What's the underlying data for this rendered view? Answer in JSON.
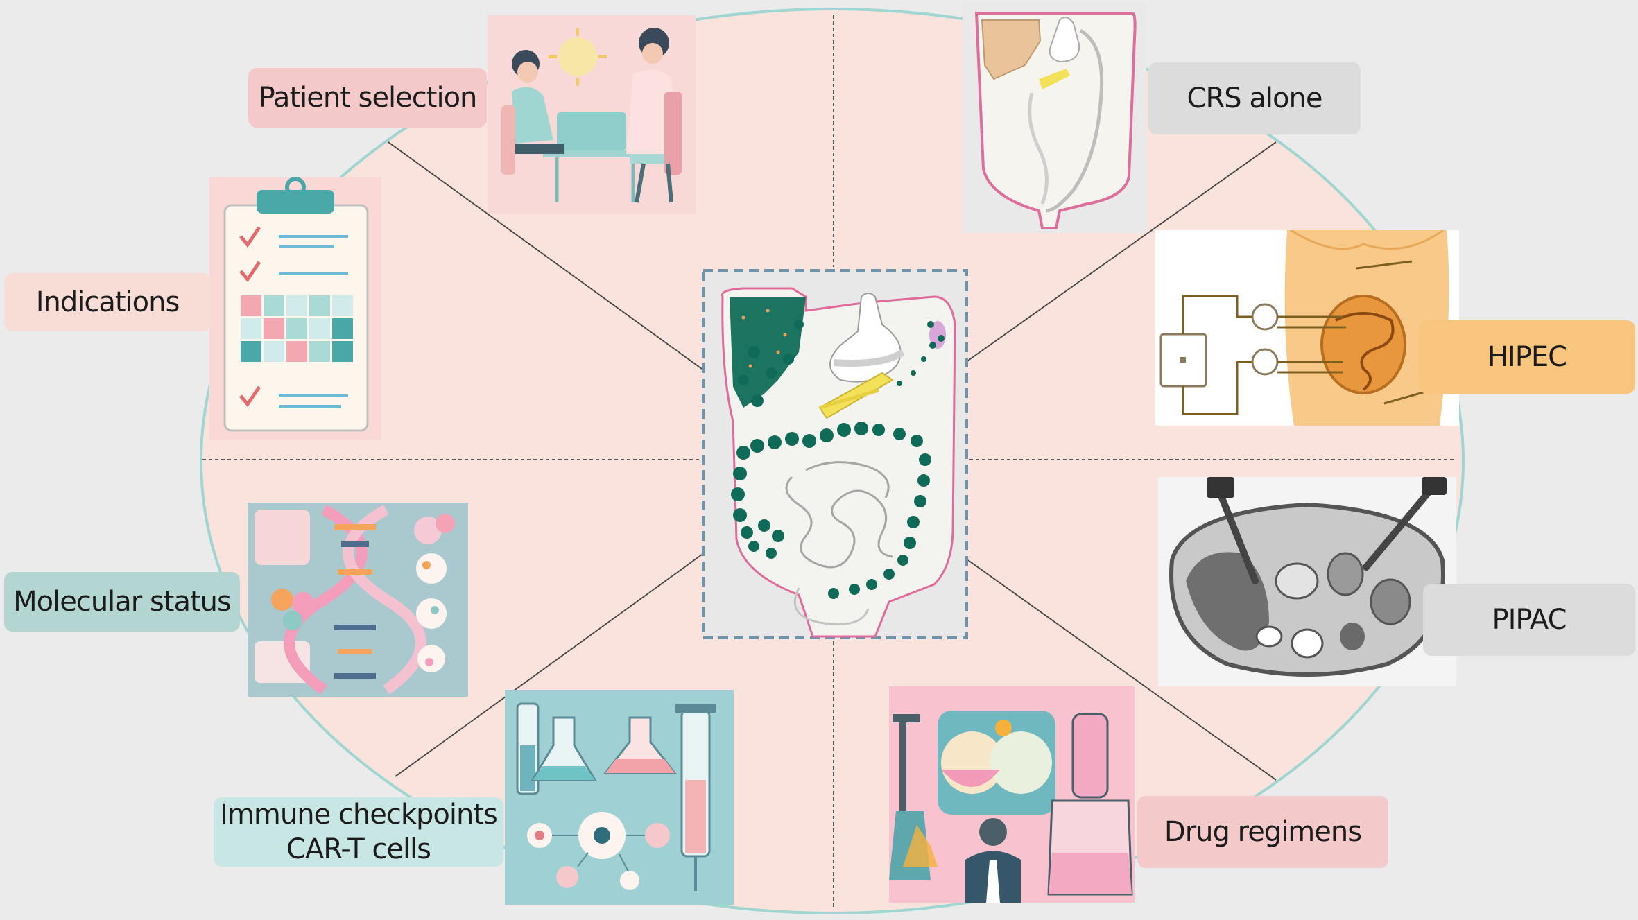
{
  "labels": {
    "patient_selection": "Patient selection",
    "indications": "Indications",
    "molecular_status": "Molecular status",
    "immune_line1": "Immune checkpoints",
    "immune_line2": "CAR-T cells",
    "crs_alone": "CRS alone",
    "hipec": "HIPEC",
    "pipac": "PIPAC",
    "drug_regimens": "Drug regimens"
  },
  "colors": {
    "background": "#ebebeb",
    "circle_fill": "#f9e3dc",
    "circle_stroke": "#9fd6d2",
    "label_pink": "#f3c9c9",
    "label_light_pink": "#f8dcd6",
    "label_teal": "#b4d6d2",
    "label_light_teal": "#c8e7e4",
    "label_gray": "#dcdcdc",
    "label_orange": "#f7c57d",
    "organ_green": "#0f6b57",
    "divider": "#555555"
  },
  "icons": {
    "center": "abdomen-organs-icon",
    "patient_selection": "doctor-consultation-icon",
    "indications": "clipboard-checklist-icon",
    "molecular_status": "dna-helix-icon",
    "immune": "lab-syringe-icon",
    "crs_alone": "abdomen-surgery-icon",
    "hipec": "hipec-perfusion-icon",
    "pipac": "ct-laparoscopy-icon",
    "drug_regimens": "drug-lab-icon"
  }
}
